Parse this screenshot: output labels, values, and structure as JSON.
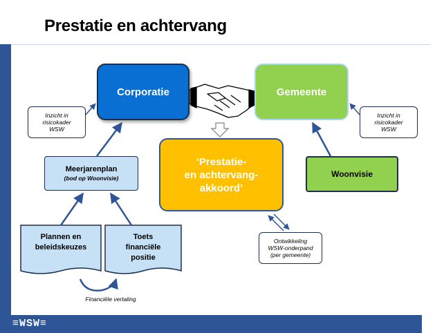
{
  "title": "Prestatie en achtervang",
  "logo_text": "≡WSW≡",
  "nodes": {
    "corporatie": "Corporatie",
    "gemeente": "Gemeente",
    "akkoord": [
      "‘Prestatie-",
      "en achtervang-",
      "akkoord’"
    ],
    "woonvisie": "Woonvisie",
    "meerjarenplan": "Meerjarenplan",
    "meerjarenplan_sub": "(bod op Woonvisie)",
    "plannen": [
      "Plannen en",
      "beleidskeuzes"
    ],
    "toets": [
      "Toets",
      "financiële",
      "positie"
    ]
  },
  "callouts": {
    "left": [
      "Inzicht in",
      "risicokader",
      "WSW"
    ],
    "right": [
      "Inzicht in",
      "risicokader",
      "WSW"
    ],
    "wsw": [
      "Ontwikkeling",
      "WSW-onderpand",
      "(per gemeente)"
    ]
  },
  "financiele_vertaling": "Financiële vertaling",
  "colors": {
    "corporatie": "#0a6fd3",
    "gemeente": "#92d050",
    "akkoord": "#ffc000",
    "meerjarenplan": "#c6e0f5",
    "documents": "#c6e0f5",
    "arrows": "#2e5596",
    "frame": "#2e5596"
  },
  "icons": [
    "handshake-icon",
    "hollow-down-arrow-icon"
  ]
}
